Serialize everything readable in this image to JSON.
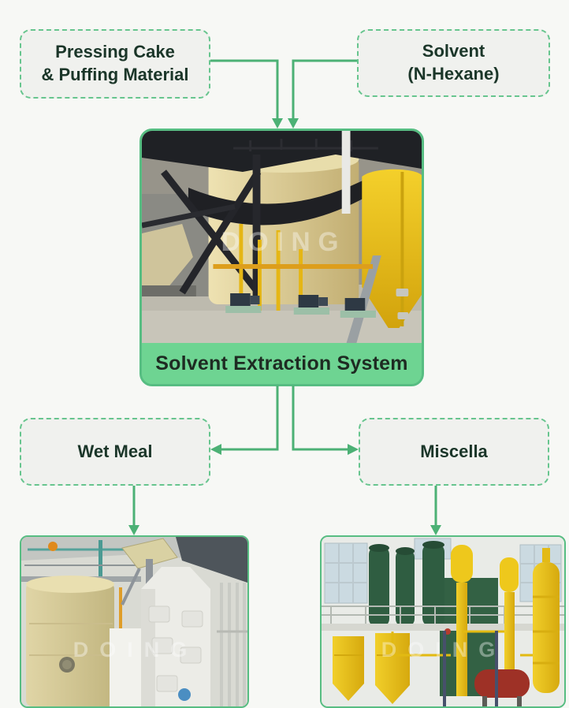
{
  "flow": {
    "inputs": [
      {
        "id": "pressing-cake",
        "line1": "Pressing Cake",
        "line2": "& Puffing Material"
      },
      {
        "id": "solvent",
        "line1": "Solvent",
        "line2": "(N-Hexane)"
      }
    ],
    "process": {
      "label": "Solvent Extraction System"
    },
    "outputs": [
      {
        "id": "wet-meal",
        "label": "Wet Meal"
      },
      {
        "id": "miscella",
        "label": "Miscella"
      }
    ],
    "watermark": "DOING",
    "colors": {
      "background": "#f7f8f5",
      "box_fill": "#f0f1ee",
      "dashed_border": "#67c58e",
      "connector_green": "#4cb175",
      "caption_band_green": "#6ed492",
      "photo_border_green": "#57bd82",
      "label_text": "#1b3629",
      "caption_text": "#1e2b22"
    }
  }
}
